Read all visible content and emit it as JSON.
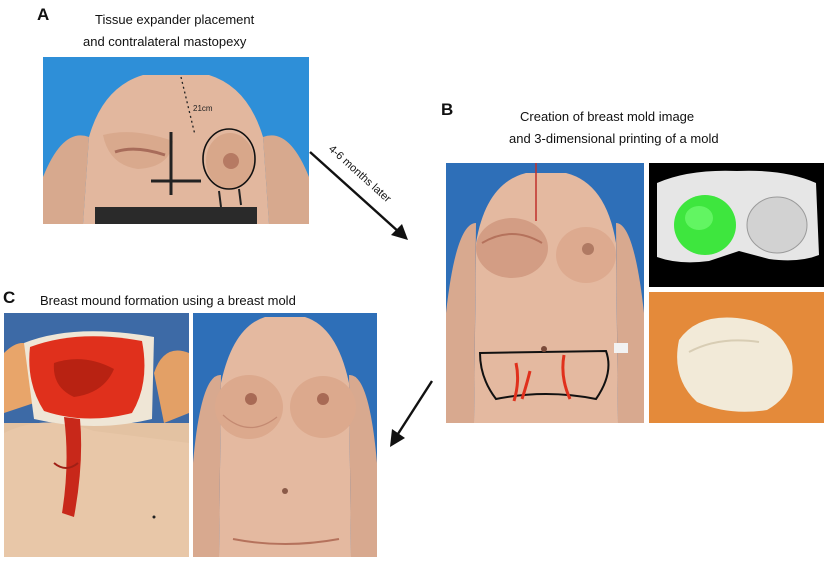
{
  "panels": {
    "a": {
      "letter": "A",
      "caption_line1": "Tissue expander placement",
      "caption_line2": "and contralateral mastopexy",
      "photo_annotation": "21cm"
    },
    "b": {
      "letter": "B",
      "caption_line1": "Creation of breast mold image",
      "caption_line2": "and 3-dimensional printing of a mold"
    },
    "c": {
      "letter": "C",
      "caption": "Breast mound formation using a breast mold"
    }
  },
  "transition": {
    "label": "4-6 months later"
  },
  "colors": {
    "background_blue": "#2e8fd8",
    "skin": "#e2b79e",
    "skin_shadow": "#c9977c",
    "mold_scan_green": "#3ee63e",
    "orange_table": "#e48a3a",
    "mold_print": "#f2ead8",
    "surgical_red": "#e0301c",
    "arrow": "#111111"
  }
}
